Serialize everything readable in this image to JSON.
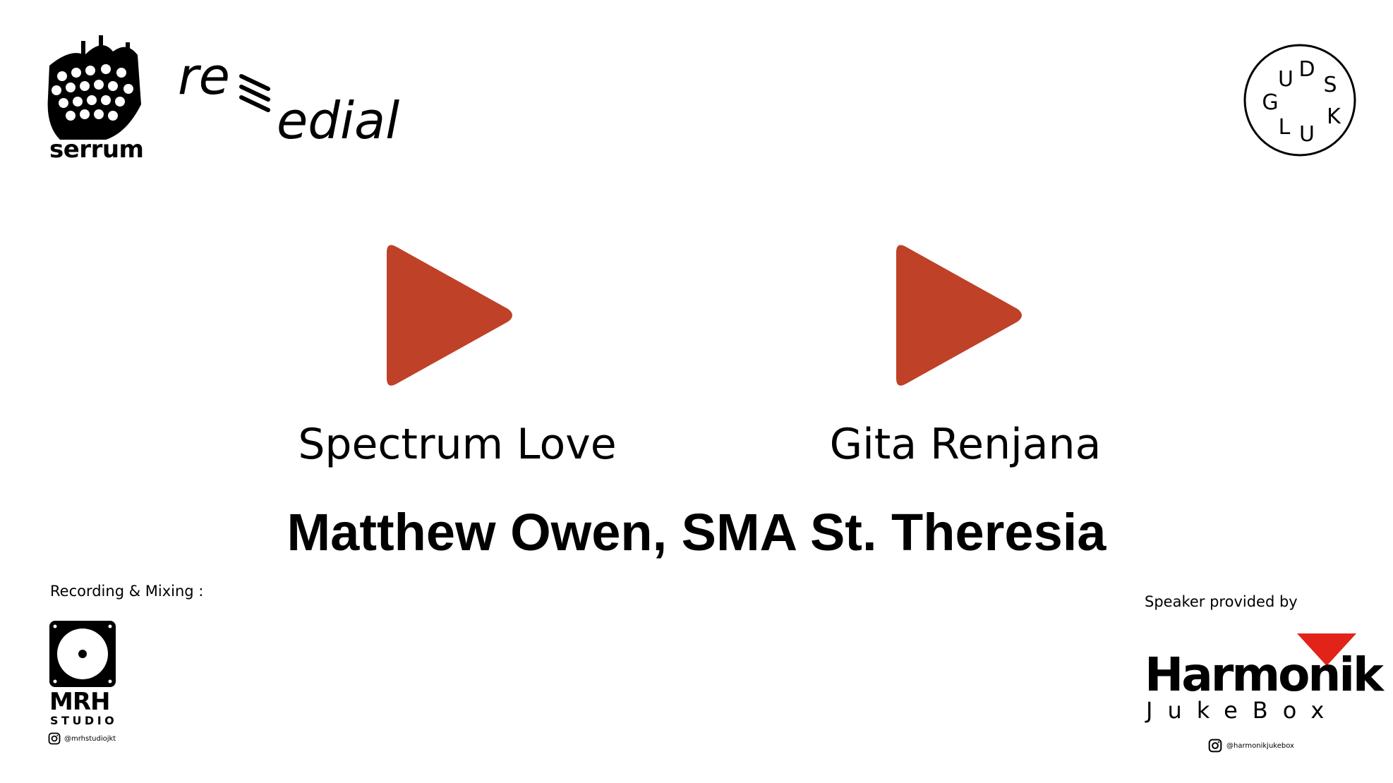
{
  "logos": {
    "serrum": "serrum",
    "remedial": "remedial",
    "gudskul_letters": [
      "G",
      "U",
      "D",
      "S",
      "K",
      "U",
      "L"
    ]
  },
  "tracks": [
    {
      "title": "Spectrum Love",
      "icon": "play-icon"
    },
    {
      "title": "Gita Renjana",
      "icon": "play-icon"
    }
  ],
  "performer": "Matthew Owen, SMA St. Theresia",
  "credits": {
    "recording_label": "Recording & Mixing :",
    "studio_name": "MRH",
    "studio_sub": "STUDIO",
    "studio_instagram": "@mrhstudiojkt",
    "speaker_label": "Speaker provided by",
    "speaker_brand": "Harmonik",
    "speaker_sub": "JukeBox",
    "speaker_instagram": "@harmonikjukebox"
  },
  "colors": {
    "play_button": "#BF4128",
    "harmonik_red": "#E2231A",
    "text": "#000000",
    "background": "#FFFFFF"
  }
}
